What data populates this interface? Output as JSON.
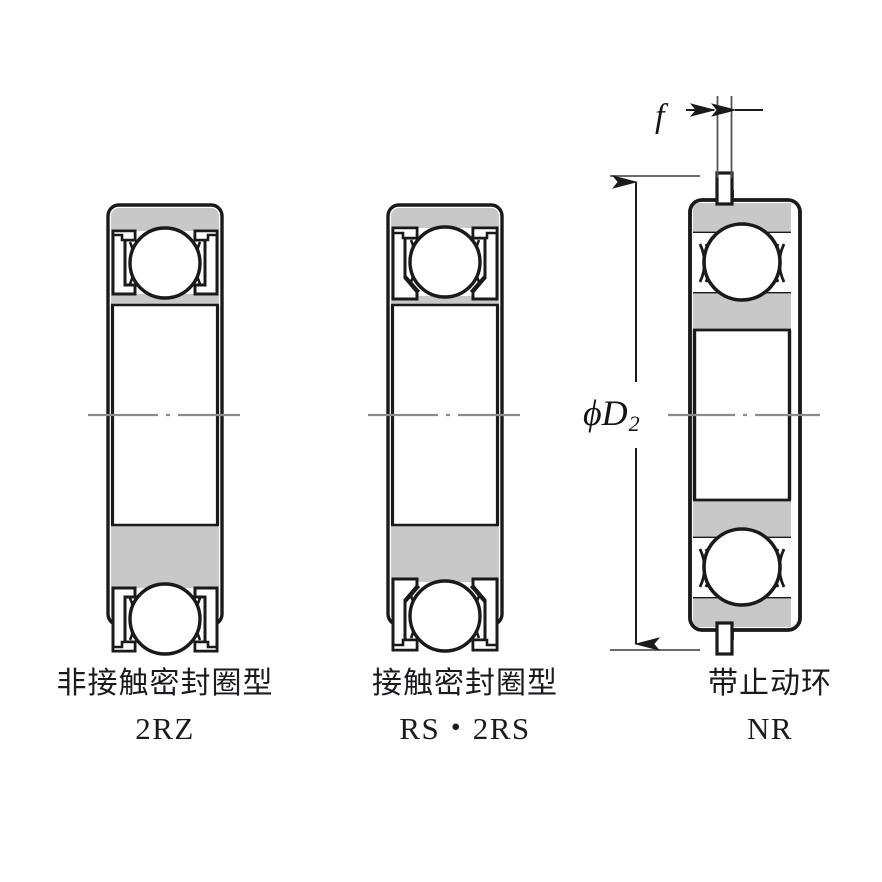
{
  "figure": {
    "type": "technical-drawing",
    "subject": "deep-groove-ball-bearing-variants-cross-section",
    "background_color": "#ffffff",
    "line_color": "#1a1a1a",
    "ring_fill_color": "#c8c8c8",
    "ball_fill_color": "#ffffff",
    "centerline_color": "#8c8c8c"
  },
  "dimensions": {
    "f_label": "f",
    "d2_phi": "ϕ",
    "d2_letter": "D",
    "d2_subscript": "2"
  },
  "bearings": [
    {
      "id": "bearing-2rz",
      "caption_cn": "非接触密封圈型",
      "caption_code": "2RZ",
      "seal_type": "non-contact-seal"
    },
    {
      "id": "bearing-2rs",
      "caption_cn": "接触密封圈型",
      "caption_code": "RS・2RS",
      "seal_type": "contact-seal"
    },
    {
      "id": "bearing-nr",
      "caption_cn": "带止动环",
      "caption_code": "NR",
      "seal_type": "snap-ring"
    }
  ]
}
